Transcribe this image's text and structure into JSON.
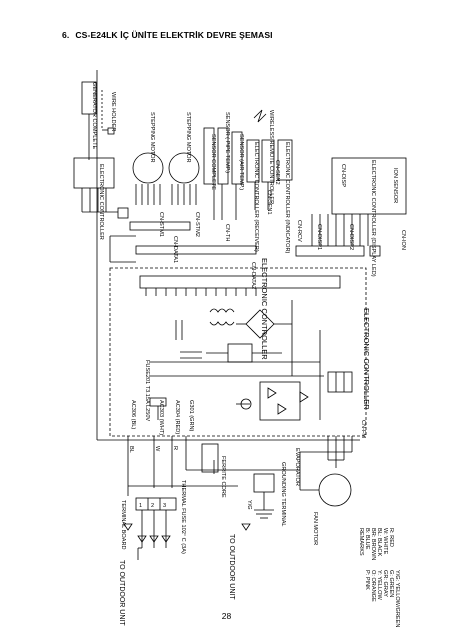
{
  "heading": {
    "number": "6.",
    "title": "CS-E24LK İÇ ÜNİTE ELEKTRİK DEVRE ŞEMASI"
  },
  "page_number": "28",
  "diagram": {
    "outdoor_unit_top": "TO OUTDOOR UNIT",
    "outdoor_unit_bottom": "TO OUTDOOR UNIT",
    "terminal_board": "TERMINAL BOARD",
    "thermal_fuse": "THERMAL FUSE 102° C (3A)",
    "ferrite_core": "FERRITE CORE",
    "grounding_terminal": "GROUNDING TERMINAL",
    "evaporator": "EVAPORATOR",
    "fan_motor": "FAN MOTOR",
    "remarks_title": "REMARKS",
    "remarks": [
      "B: BLUE",
      "BR: BROWN",
      "BL: BLACK",
      "W: WHITE",
      "R: RED",
      "P: PINK",
      "O: ORANGE",
      "Y: YELLOW",
      "GR: GRAY",
      "G: GREEN",
      "Y/G: YELLOW/GREEN"
    ],
    "generator_complete": "GENERATOR COMPLETE",
    "wire_holder": "WIRE HOLDER",
    "stepping_motor_1": "STEPPING MOTOR",
    "stepping_motor_2": "STEPPING MOTOR",
    "sensor_complete": "SENSOR COMPLETE",
    "sensor_pipe": "SENSOR ( PIPE TEMP.)",
    "sensor_air": "SENSOR (AIR TEMP.)",
    "wireless_remote": "WIRELESS REMOTE CONTROLLER",
    "electronic_controller_receiver": "ELECTRONIC CONTROLLER (RECEIVER)",
    "electronic_controller_indicator": "ELECTRONIC CONTROLLER (INDICATOR)",
    "electronic_controller_display": "ELECTRONIC CONTROLLER (DISPLAY LED)",
    "electronic_controller_small": "ELECTRONIC CONTROLLER",
    "electronic_controller_main_1": "ELECTRONIC CONTROLLER",
    "electronic_controller_main_2": "ELECTRONIC CONTROLLER",
    "sensor_ion": "ION SENSOR",
    "fuse": "FUSE201 T3.15A L250V",
    "connectors": {
      "stm1": "CN-STM1",
      "stm2": "CN-STM2",
      "th": "CN-TH",
      "data1": "CN-DATA1",
      "data2": "CN-DATA2",
      "disp": "CN-DISP",
      "disp1": "CN-DISP1",
      "disp2": "CN-DISP2",
      "sen1": "CN-SEN1",
      "sen2": "CN-SEN2",
      "rcv": "CN-RCV",
      "fm": "CN-FM",
      "ion": "CN-ION"
    },
    "terminals": [
      "AC306 (BL)",
      "AC303 (WHT)",
      "AC304 (RED)",
      "G301 (GRN)"
    ],
    "wire_colours": [
      "BL",
      "W",
      "R",
      "Y/G"
    ],
    "terminal_numbers": [
      "1",
      "2",
      "3"
    ]
  }
}
